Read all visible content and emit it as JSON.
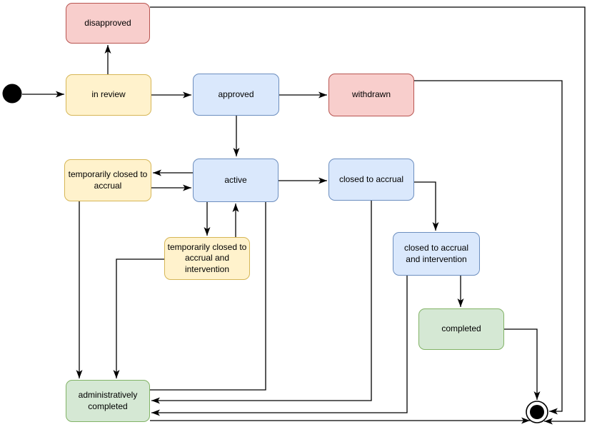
{
  "palette": {
    "yellow_fill": "#FFF2CC",
    "yellow_stroke": "#D6B656",
    "blue_fill": "#DAE8FC",
    "blue_stroke": "#6C8EBF",
    "red_fill": "#F8CECC",
    "red_stroke": "#B85450",
    "green_fill": "#D5E8D4",
    "green_stroke": "#82B366",
    "edge_color": "#000000",
    "label_color": "#000000",
    "background": "#FFFFFF"
  },
  "markers": {
    "initial": {
      "id": "initial-state",
      "shape": "filled-circle"
    },
    "final": {
      "id": "final-state",
      "shape": "bullseye-circle"
    }
  },
  "nodes": [
    {
      "id": "disapproved",
      "label": "disapproved",
      "color": "red"
    },
    {
      "id": "in-review",
      "label": "in review",
      "color": "yellow"
    },
    {
      "id": "approved",
      "label": "approved",
      "color": "blue"
    },
    {
      "id": "withdrawn",
      "label": "withdrawn",
      "color": "red"
    },
    {
      "id": "temporarily-closed-to-accrual",
      "label": "temporarily closed to\naccrual",
      "color": "yellow"
    },
    {
      "id": "active",
      "label": "active",
      "color": "blue"
    },
    {
      "id": "closed-to-accrual",
      "label": "closed to accrual",
      "color": "blue"
    },
    {
      "id": "temporarily-closed-to-accrual-and-intervention",
      "label": "temporarily closed to\naccrual and\nintervention",
      "color": "yellow"
    },
    {
      "id": "closed-to-accrual-and-intervention",
      "label": "closed to accrual\nand intervention",
      "color": "blue"
    },
    {
      "id": "completed",
      "label": "completed",
      "color": "green"
    },
    {
      "id": "administratively-completed",
      "label": "administratively\ncompleted",
      "color": "green"
    }
  ],
  "edges": [
    {
      "from": "initial-state",
      "to": "in-review"
    },
    {
      "from": "in-review",
      "to": "disapproved"
    },
    {
      "from": "in-review",
      "to": "approved"
    },
    {
      "from": "approved",
      "to": "withdrawn"
    },
    {
      "from": "approved",
      "to": "active"
    },
    {
      "from": "active",
      "to": "temporarily-closed-to-accrual"
    },
    {
      "from": "temporarily-closed-to-accrual",
      "to": "active"
    },
    {
      "from": "active",
      "to": "closed-to-accrual"
    },
    {
      "from": "active",
      "to": "temporarily-closed-to-accrual-and-intervention"
    },
    {
      "from": "temporarily-closed-to-accrual-and-intervention",
      "to": "active"
    },
    {
      "from": "closed-to-accrual",
      "to": "closed-to-accrual-and-intervention"
    },
    {
      "from": "closed-to-accrual-and-intervention",
      "to": "completed"
    },
    {
      "from": "completed",
      "to": "final-state"
    },
    {
      "from": "withdrawn",
      "to": "final-state"
    },
    {
      "from": "disapproved",
      "to": "final-state"
    },
    {
      "from": "temporarily-closed-to-accrual",
      "to": "administratively-completed"
    },
    {
      "from": "temporarily-closed-to-accrual-and-intervention",
      "to": "administratively-completed"
    },
    {
      "from": "active",
      "to": "administratively-completed"
    },
    {
      "from": "closed-to-accrual",
      "to": "administratively-completed"
    },
    {
      "from": "closed-to-accrual-and-intervention",
      "to": "administratively-completed"
    },
    {
      "from": "administratively-completed",
      "to": "final-state"
    }
  ]
}
